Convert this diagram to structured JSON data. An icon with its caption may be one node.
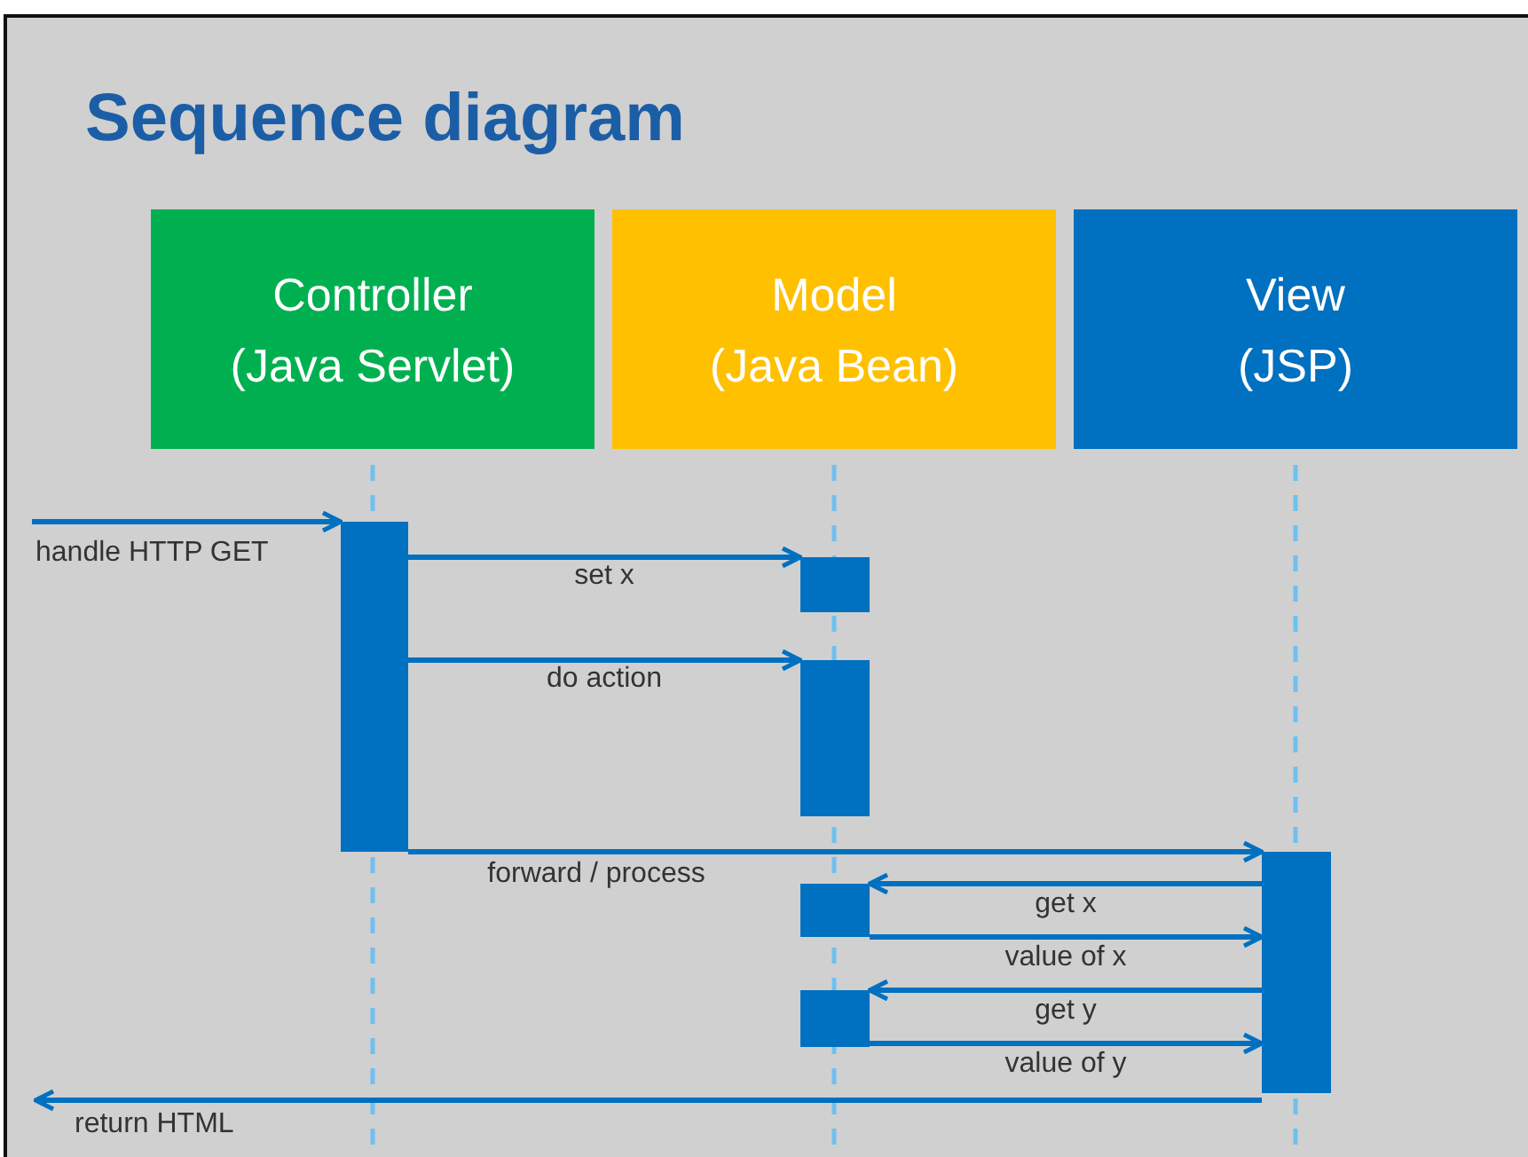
{
  "diagram": {
    "title": "Sequence diagram",
    "nodes": [
      {
        "text": [
          "Controller",
          "(Java Servlet)"
        ]
      },
      {
        "text": [
          "Model",
          "(Java Bean)"
        ]
      },
      {
        "text": [
          "View",
          "(JSP)"
        ]
      },
      {
        "text": [],
        "shape": "bar"
      },
      {
        "text": [],
        "shape": "bar"
      },
      {
        "text": [],
        "shape": "bar"
      },
      {
        "text": [],
        "shape": "bar"
      },
      {
        "text": [],
        "shape": "bar"
      },
      {
        "text": [],
        "shape": "bar"
      }
    ],
    "edges": [
      {
        "from": null,
        "to": 3,
        "arrow": "to",
        "label": "handle HTTP GET"
      },
      {
        "from": 3,
        "to": 4,
        "arrow": "to",
        "label": "set x"
      },
      {
        "from": 3,
        "to": 5,
        "arrow": "to",
        "label": "do action"
      },
      {
        "from": 3,
        "to": 8,
        "arrow": "to",
        "label": "forward / process"
      },
      {
        "from": 8,
        "to": 6,
        "arrow": "to",
        "label": "get x"
      },
      {
        "from": 6,
        "to": 8,
        "arrow": "to",
        "label": "value of x"
      },
      {
        "from": 8,
        "to": 7,
        "arrow": "to",
        "label": "get y"
      },
      {
        "from": 7,
        "to": 8,
        "arrow": "to",
        "label": "value of y"
      },
      {
        "from": 8,
        "to": null,
        "arrow": "to",
        "label": "return HTML"
      }
    ]
  }
}
